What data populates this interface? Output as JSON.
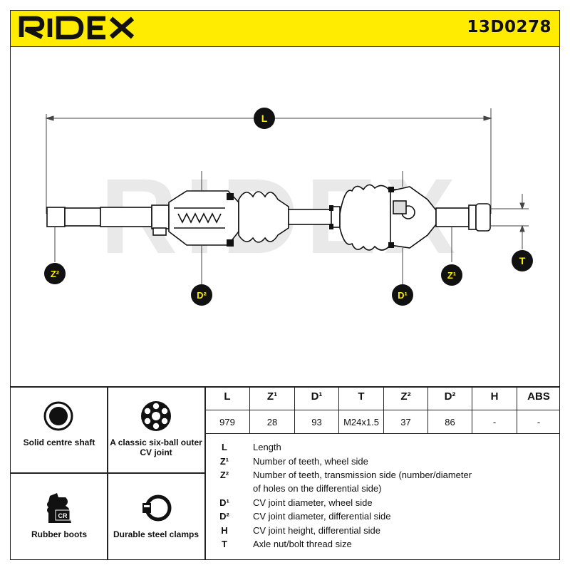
{
  "header": {
    "brand": "RIDEX",
    "part_number": "13D0278"
  },
  "diagram": {
    "labels": {
      "L": "L",
      "Z2": "Z²",
      "D2": "D²",
      "D1": "D¹",
      "Z1": "Z¹",
      "T": "T"
    },
    "watermark": "RIDEX"
  },
  "features": [
    {
      "title": "Solid centre shaft",
      "icon": "solid-circle-icon"
    },
    {
      "title": "A classic six-ball outer CV joint",
      "icon": "six-ball-joint-icon"
    },
    {
      "title": "Rubber boots",
      "icon": "rubber-boot-icon"
    },
    {
      "title": "Durable steel clamps",
      "icon": "steel-clamp-icon"
    }
  ],
  "spec_table": {
    "headers": [
      "L",
      "Z¹",
      "D¹",
      "T",
      "Z²",
      "D²",
      "H",
      "ABS"
    ],
    "values": [
      "979",
      "28",
      "93",
      "M24x1.5",
      "37",
      "86",
      "-",
      "-"
    ]
  },
  "legend": [
    {
      "key": "L",
      "text": "Length"
    },
    {
      "key": "Z¹",
      "text": "Number of teeth, wheel side"
    },
    {
      "key": "Z²",
      "text": "Number of teeth, transmission side (number/diameter"
    },
    {
      "key": "",
      "text": "of holes on the differential side)"
    },
    {
      "key": "D¹",
      "text": "CV joint diameter, wheel side"
    },
    {
      "key": "D²",
      "text": "CV joint diameter, differential side"
    },
    {
      "key": "H",
      "text": "CV joint height, differential side"
    },
    {
      "key": "T",
      "text": "Axle nut/bolt thread size"
    }
  ],
  "colors": {
    "accent": "#ffec00",
    "ink": "#111111"
  }
}
